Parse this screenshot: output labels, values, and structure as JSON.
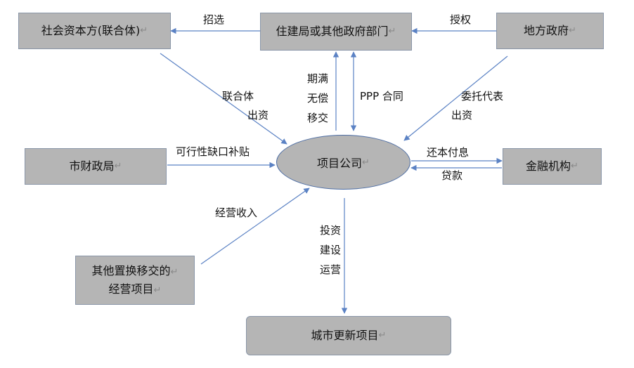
{
  "nodes": {
    "social_capital": "社会资本方(联合体)",
    "housing_bureau": "住建局或其他政府部门",
    "local_gov": "地方政府",
    "finance_bureau": "市财政局",
    "project_company": "项目公司",
    "financial_inst": "金融机构",
    "other_projects_line1": "其他置换移交的",
    "other_projects_line2": "经营项目",
    "urban_renewal": "城市更新项目"
  },
  "paragraph_mark": "↵",
  "edges": {
    "select": "招选",
    "authorize": "授权",
    "expire_line1": "期满",
    "expire_line2": "无偿",
    "expire_line3": "移交",
    "ppp_contract": "PPP 合同",
    "consortium_line1": "联合体",
    "consortium_line2": "出资",
    "delegate_line1": "委托代表",
    "delegate_line2": "出资",
    "subsidy": "可行性缺口补贴",
    "repay": "还本付息",
    "loan": "贷款",
    "operating_income": "经营收入",
    "invest_line1": "投资",
    "invest_line2": "建设",
    "invest_line3": "运营"
  },
  "colors": {
    "box_fill": "#b5b5b5",
    "arrow": "#5b82c4"
  }
}
